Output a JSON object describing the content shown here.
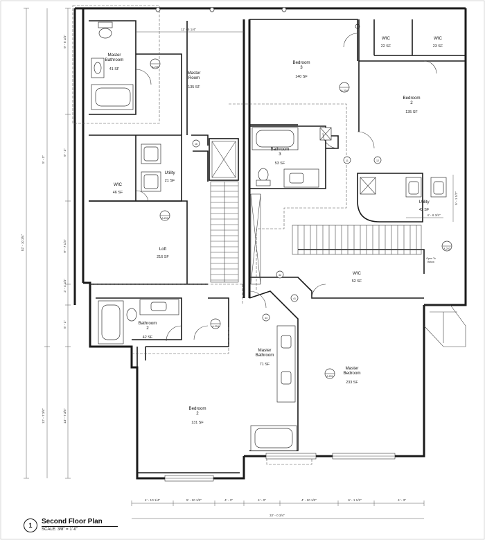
{
  "drawing": {
    "number": "1",
    "title": "Second Floor Plan",
    "scale": "SCALE: 3/8\" = 1'-0\""
  },
  "rooms": [
    {
      "id": "master-bathroom-top",
      "name": "Master\nBathroom",
      "area": "41 SF"
    },
    {
      "id": "master-room",
      "name": "Master\nRoom",
      "area": "135 SF"
    },
    {
      "id": "bedroom-3",
      "name": "Bedroom\n3",
      "area": "140 SF"
    },
    {
      "id": "wic-22",
      "name": "WIC",
      "area": "22 SF"
    },
    {
      "id": "wic-23",
      "name": "WIC",
      "area": "23 SF"
    },
    {
      "id": "bedroom-2-east",
      "name": "Bedroom\n2",
      "area": "135 SF"
    },
    {
      "id": "bathroom-3",
      "name": "Bathroom\n3",
      "area": "53 SF"
    },
    {
      "id": "wic-46",
      "name": "WIC",
      "area": "46 SF"
    },
    {
      "id": "utility-west",
      "name": "Utility",
      "area": "21 SF"
    },
    {
      "id": "utility-east",
      "name": "Utility",
      "area": "42 SF"
    },
    {
      "id": "loft",
      "name": "Loft",
      "area": "216 SF"
    },
    {
      "id": "wic-52",
      "name": "WIC",
      "area": "52 SF"
    },
    {
      "id": "bathroom-2",
      "name": "Bathroom\n2",
      "area": "42 SF"
    },
    {
      "id": "master-bathroom-bottom",
      "name": "Master\nBathroom",
      "area": "71 SF"
    },
    {
      "id": "master-bedroom",
      "name": "Master\nBedroom",
      "area": "233 SF"
    },
    {
      "id": "bedroom-2-south",
      "name": "Bedroom\n2",
      "area": "131 SF"
    }
  ],
  "annotations": {
    "open_to_below": "Open To\nBelow"
  },
  "dimensions": {
    "left_overall": "52' - 10 3/4\"",
    "left_upper": "5' - 3\"",
    "left_segments": [
      "9' - 0 1/4\"",
      "9' - 3\"",
      "9' - 7 1/4\"",
      "2' - 4 1/4\"",
      "5' - 1\"",
      "13' - 7 3/4\""
    ],
    "left_lower": "12' - 7 3/4\"",
    "bottom_segments": [
      "4' - 10 1/4\"",
      "5' - 10 1/2\"",
      "4' - 3\"",
      "4' - 0\"",
      "4' - 10 1/2\"",
      "6' - 1 1/2\"",
      "4' - 3\""
    ],
    "bottom_overall": "32' - 0 3/4\"",
    "master_room_width": "11' - 5 1/4\"",
    "utility_east_width": "4' - 6 3/4\"",
    "utility_east_depth": "5' - 1 1/2\""
  },
  "tags": {
    "a205": "A-205",
    "a204": "A-204",
    "a203": "A-203",
    "a202": "A-202",
    "a201": "A-201",
    "num_41": "41",
    "num_42": "42",
    "num_43": "43",
    "num_12": "12",
    "num_16": "16",
    "num_11": "11"
  }
}
